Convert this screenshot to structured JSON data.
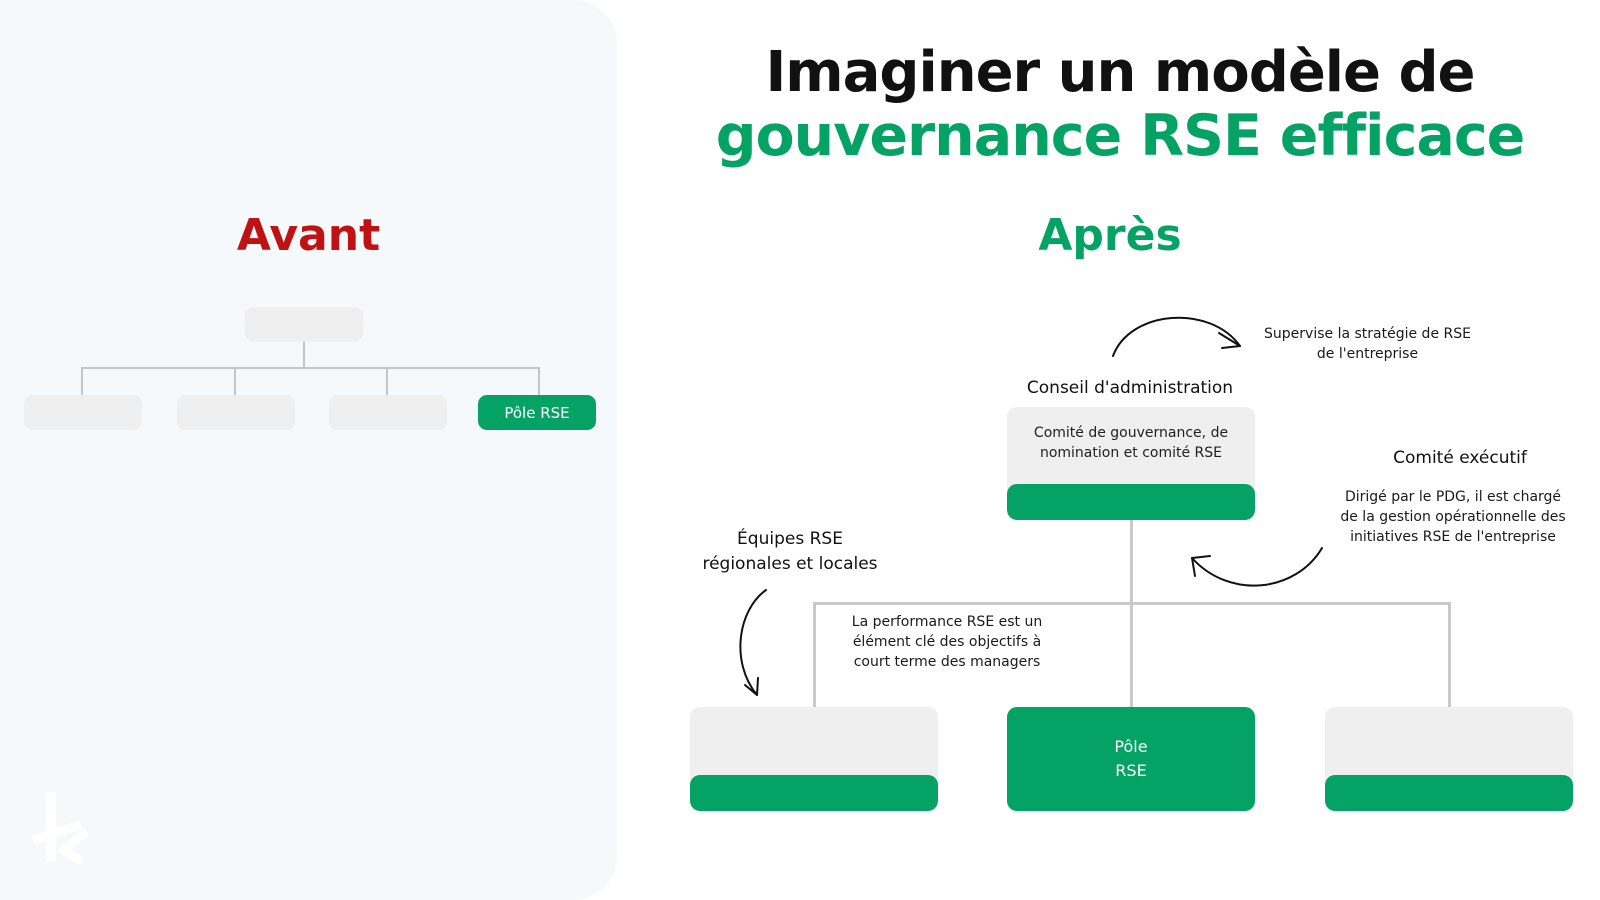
{
  "title": {
    "line1": "Imaginer un modèle de",
    "line2": "gouvernance RSE efficace"
  },
  "avant": {
    "heading": "Avant",
    "pole_label": "Pôle RSE"
  },
  "apres": {
    "heading": "Après",
    "conseil_label": "Conseil d'administration",
    "comite_card_text": "Comité de gouvernance, de\nnomination et comité RSE",
    "supervise_note": "Supervise la stratégie de RSE\nde l'entreprise",
    "comite_executif_label": "Comité exécutif",
    "dirige_note": "Dirigé par le PDG, il est chargé\nde la gestion opérationnelle des\ninitiatives RSE de l'entreprise",
    "equipes_label": "Équipes RSE\nrégionales et locales",
    "performance_note": "La performance RSE est un\nélément clé des objectifs à\ncourt terme des managers",
    "pole_line1": "Pôle",
    "pole_line2": "RSE"
  },
  "colors": {
    "green": "#05a265",
    "red": "#bf1212",
    "grey_box": "#efefef",
    "panel": "#f5f9fb"
  },
  "icons": {
    "logo": "brand-logo-icon",
    "arrow": "curved-arrow-icon"
  }
}
